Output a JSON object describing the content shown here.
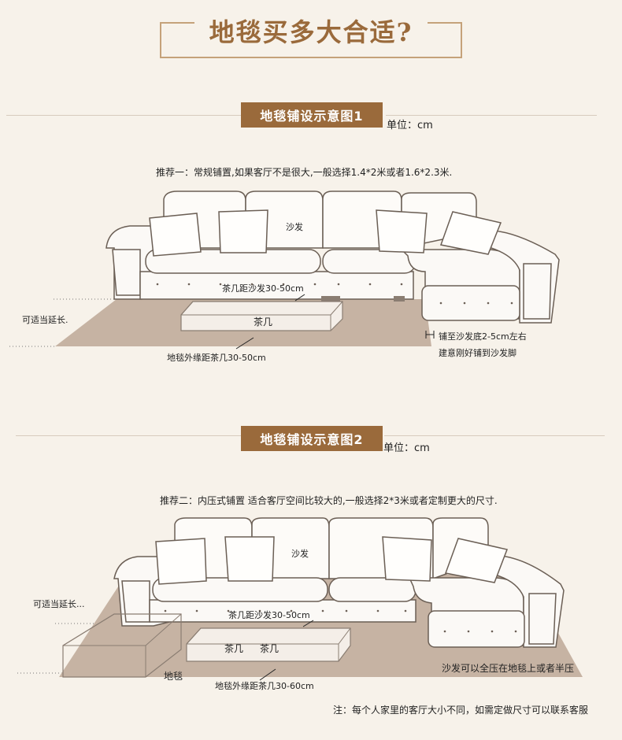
{
  "header": {
    "title": "地毯买多大合适?"
  },
  "section1": {
    "label": "地毯铺设示意图1",
    "unit": "单位：cm",
    "recommend": "推荐一：常规铺置,如果客厅不是很大,一般选择1.4*2米或者1.6*2.3米.",
    "labels": {
      "sofa": "沙发",
      "table_distance": "茶几距沙发30-50cm",
      "table": "茶几",
      "extend": "可适当延长.",
      "rug_edge": "地毯外缘距茶几30-50cm",
      "under_sofa": "铺至沙发底2-5cm左右",
      "suggest": "建意刚好铺到沙发脚"
    }
  },
  "section2": {
    "label": "地毯铺设示意图2",
    "unit": "单位：cm",
    "recommend": "推荐二：内压式铺置 适合客厅空间比较大的,一般选择2*3米或者定制更大的尺寸.",
    "labels": {
      "sofa": "沙发",
      "table_distance": "茶几距沙发30-50cm",
      "table_a": "茶几",
      "table_b": "茶几",
      "extend": "可适当延长...",
      "rug": "地毯",
      "rug_edge": "地毯外缘距茶几30-60cm",
      "sofa_on_rug": "沙发可以全压在地毯上或者半压"
    }
  },
  "footer": {
    "note": "注：每个人家里的客厅大小不同，如需定做尺寸可以联系客服"
  },
  "colors": {
    "brand": "#9a6a3b",
    "rug": "#c6b3a3",
    "background": "#f7f2ea"
  }
}
